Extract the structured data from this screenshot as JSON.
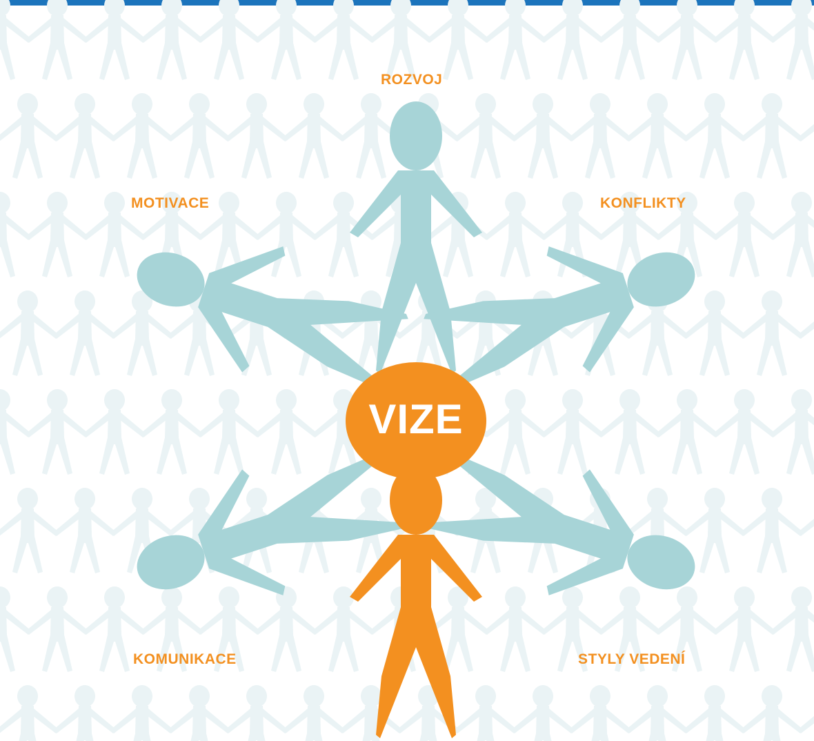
{
  "colors": {
    "top_bar": "#1c74bc",
    "background_figure": "#eaf3f5",
    "figure_blue": "#a7d4d7",
    "accent_orange": "#f39020",
    "center_text": "#ffffff"
  },
  "center": {
    "label": "VIZE"
  },
  "labels": {
    "top": "ROZVOJ",
    "upper_left": "MOTIVACE",
    "upper_right": "KONFLIKTY",
    "lower_left": "KOMUNIKACE",
    "lower_right": "STYLY VEDENÍ"
  },
  "figures": [
    "person-icon",
    "person-icon",
    "person-icon",
    "person-icon",
    "person-icon",
    "person-icon"
  ]
}
